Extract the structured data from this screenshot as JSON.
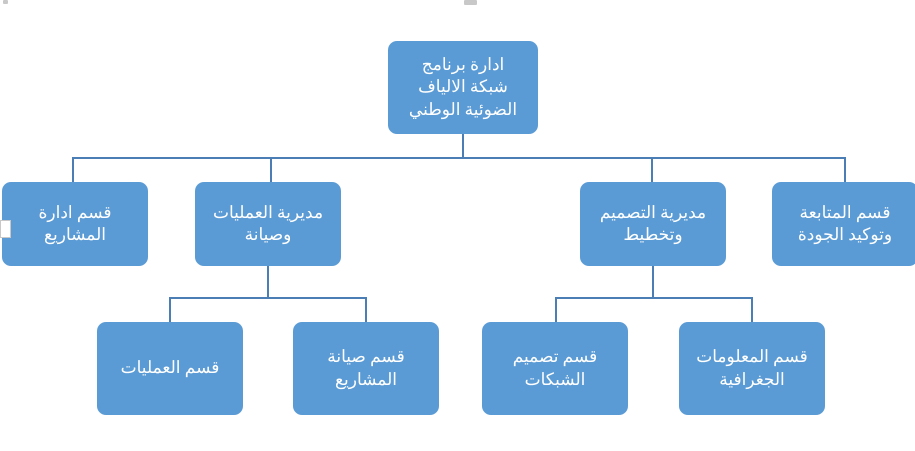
{
  "diagram": {
    "title_text": "ادارة برنامج شبكة الالياف الضوئية الوطني",
    "language": "ar",
    "direction": "rtl",
    "colors": {
      "node_fill": "#5B9BD5",
      "node_text": "#FFFFFF",
      "connector": "#4A7EB5",
      "background": "#FFFFFF"
    },
    "nodes": {
      "root": "ادارة برنامج\nشبكة الالياف\nالضوئية الوطني",
      "level2_projects_admin": "قسم ادارة\nالمشاريع",
      "level2_operations_directorate": "مديرية العمليات\nوصيانة",
      "level2_design_directorate": "مديرية التصميم\nوتخطيط",
      "level2_followup_quality": "قسم المتابعة\nوتوكيد الجودة",
      "level3_operations_dept": "قسم العمليات",
      "level3_projects_maintenance": "قسم صيانة\nالمشاريع",
      "level3_network_design": "قسم تصميم\nالشبكات",
      "level3_geographic_info": "قسم المعلومات\nالجغرافية"
    }
  }
}
